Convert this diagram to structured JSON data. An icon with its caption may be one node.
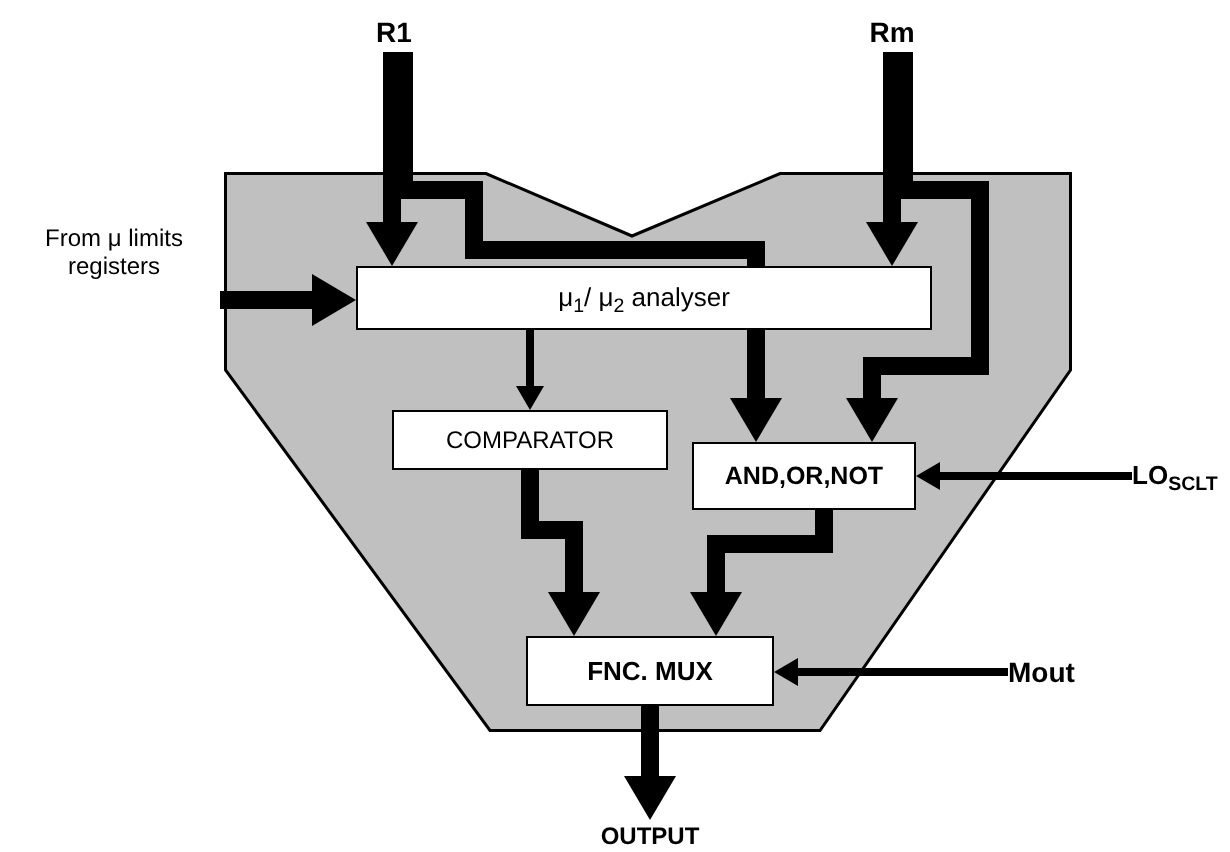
{
  "diagram": {
    "nodes": [
      {
        "text": [],
        "shape": "box"
      },
      {
        "text": [
          "R1"
        ]
      },
      {
        "text": [
          "Rm"
        ]
      },
      {
        "text": [
          "From μ limits registers"
        ]
      },
      {
        "text": [
          "μ$_{1}$/ μ$_{2}$  analyser"
        ],
        "in": 0
      },
      {
        "text": [
          "COMPARATOR"
        ],
        "in": 0
      },
      {
        "text": [
          "AND,OR,NOT"
        ],
        "in": 0
      },
      {
        "text": [
          "LO$_{SCLT}$"
        ]
      },
      {
        "text": [
          "FNC. MUX"
        ],
        "in": 0
      },
      {
        "text": [
          "Mout"
        ]
      },
      {
        "text": [
          "OUTPUT"
        ]
      }
    ],
    "edges": [
      {
        "from": 1,
        "to": 4,
        "arrow": "to"
      },
      {
        "from": 1,
        "to": 4,
        "arrow": "none"
      },
      {
        "from": 2,
        "to": 4,
        "arrow": "to"
      },
      {
        "from": 2,
        "to": 6,
        "arrow": "to"
      },
      {
        "from": 3,
        "to": 4,
        "arrow": "to"
      },
      {
        "from": 4,
        "to": 5,
        "arrow": "to"
      },
      {
        "from": 5,
        "to": 8,
        "arrow": "to"
      },
      {
        "from": 6,
        "to": 8,
        "arrow": "to"
      },
      {
        "from": 7,
        "to": 6,
        "arrow": "to"
      },
      {
        "from": 9,
        "to": 8,
        "arrow": "to"
      },
      {
        "from": 8,
        "to": 10,
        "arrow": "to"
      },
      {
        "from": 4,
        "to": 6,
        "arrow": "to"
      }
    ]
  }
}
